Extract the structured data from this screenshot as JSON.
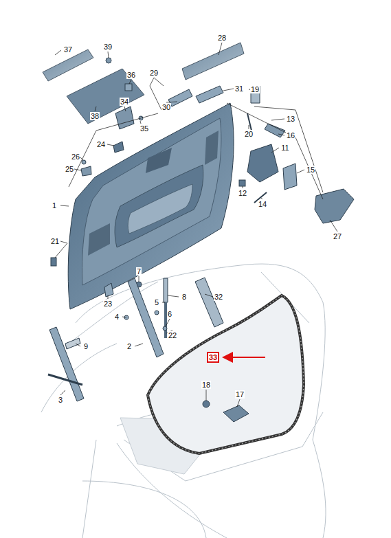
{
  "diagram": {
    "nodes": [
      {
        "text": [
          "33"
        ]
      }
    ],
    "labels": [
      "37",
      "39",
      "28",
      "36",
      "29",
      "31",
      "19",
      "30",
      "38",
      "34",
      "35",
      "13",
      "16",
      "20",
      "24",
      "26",
      "11",
      "25",
      "15",
      "12",
      "1",
      "14",
      "27",
      "21",
      "7",
      "8",
      "32",
      "5",
      "23",
      "4",
      "6",
      "22",
      "2",
      "9",
      "18",
      "17",
      "3"
    ]
  }
}
